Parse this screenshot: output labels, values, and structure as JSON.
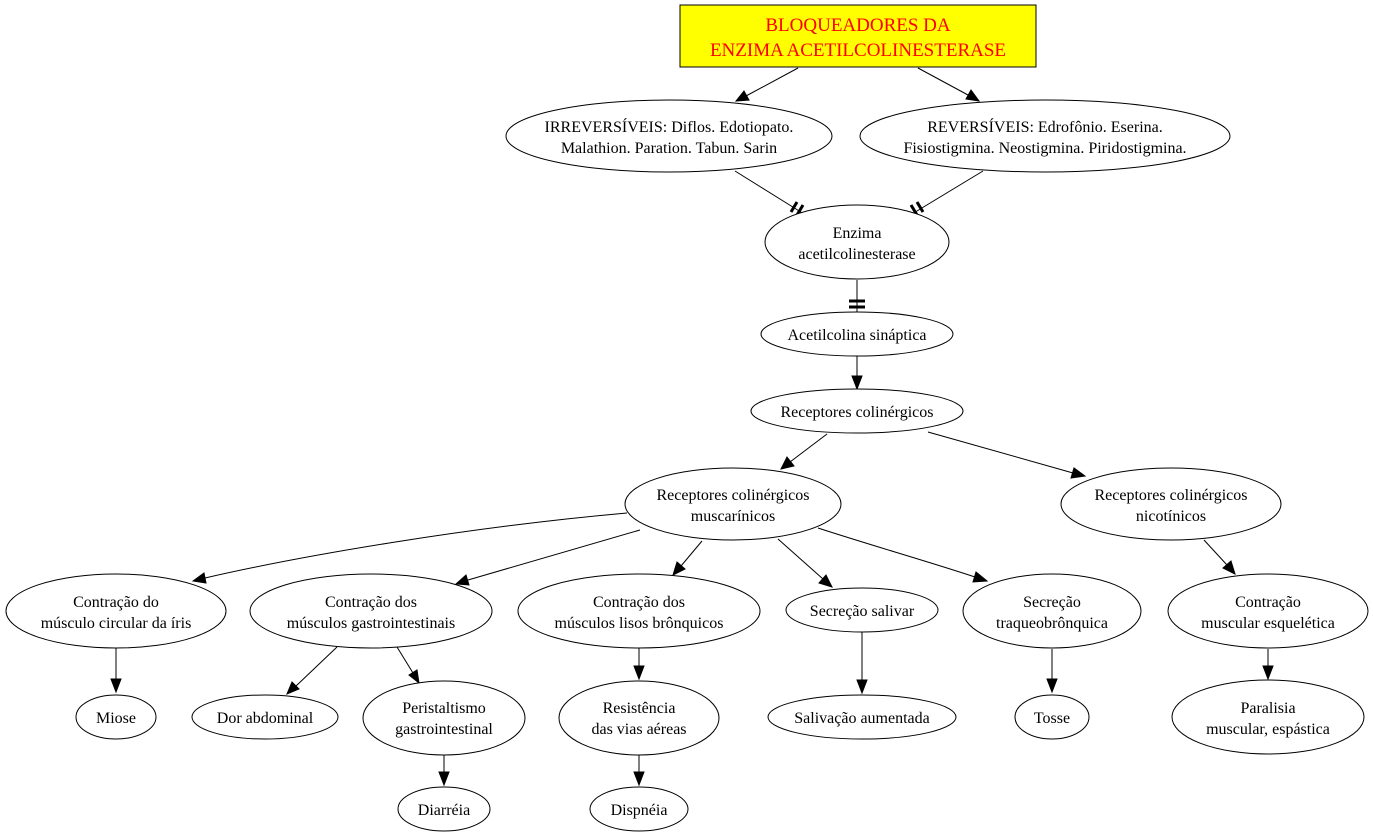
{
  "diagram": {
    "title": {
      "line1": "BLOQUEADORES DA",
      "line2": "ENZIMA ACETILCOLINESTERASE"
    },
    "nodes": {
      "irreversiveis": {
        "line1": "IRREVERSÍVEIS: Diflos. Edotiopato.",
        "line2": "Malathion. Paration. Tabun. Sarin"
      },
      "reversiveis": {
        "line1": "REVERSÍVEIS: Edrofônio. Eserina.",
        "line2": "Fisiostigmina. Neostigmina. Piridostigmina."
      },
      "enzima": {
        "line1": "Enzima",
        "line2": "acetilcolinesterase"
      },
      "acetilcolina": {
        "line1": "Acetilcolina sináptica"
      },
      "receptores": {
        "line1": "Receptores colinérgicos"
      },
      "muscarinicos": {
        "line1": "Receptores colinérgicos",
        "line2": "muscarínicos"
      },
      "nicotinicos": {
        "line1": "Receptores colinérgicos",
        "line2": "nicotínicos"
      },
      "iris": {
        "line1": "Contração do",
        "line2": "músculo circular da íris"
      },
      "gastro": {
        "line1": "Contração dos",
        "line2": "músculos gastrointestinais"
      },
      "bronquicos": {
        "line1": "Contração dos",
        "line2": "músculos lisos brônquicos"
      },
      "salivar": {
        "line1": "Secreção salivar"
      },
      "traqueo": {
        "line1": "Secreção",
        "line2": "traqueobrônquica"
      },
      "esqueletica": {
        "line1": "Contração",
        "line2": "muscular esquelética"
      },
      "miose": {
        "line1": "Miose"
      },
      "dor": {
        "line1": "Dor abdominal"
      },
      "peristaltismo": {
        "line1": "Peristaltismo",
        "line2": "gastrointestinal"
      },
      "resistencia": {
        "line1": "Resistência",
        "line2": "das vias aéreas"
      },
      "salivacao": {
        "line1": "Salivação aumentada"
      },
      "tosse": {
        "line1": "Tosse"
      },
      "paralisia": {
        "line1": "Paralisia",
        "line2": "muscular, espástica"
      },
      "diarreia": {
        "line1": "Diarréia"
      },
      "dispneia": {
        "line1": "Dispnéia"
      }
    },
    "colors": {
      "title_fill": "#ffff00",
      "title_text": "#ff0000",
      "node_stroke": "#000000",
      "background": "#ffffff"
    }
  }
}
